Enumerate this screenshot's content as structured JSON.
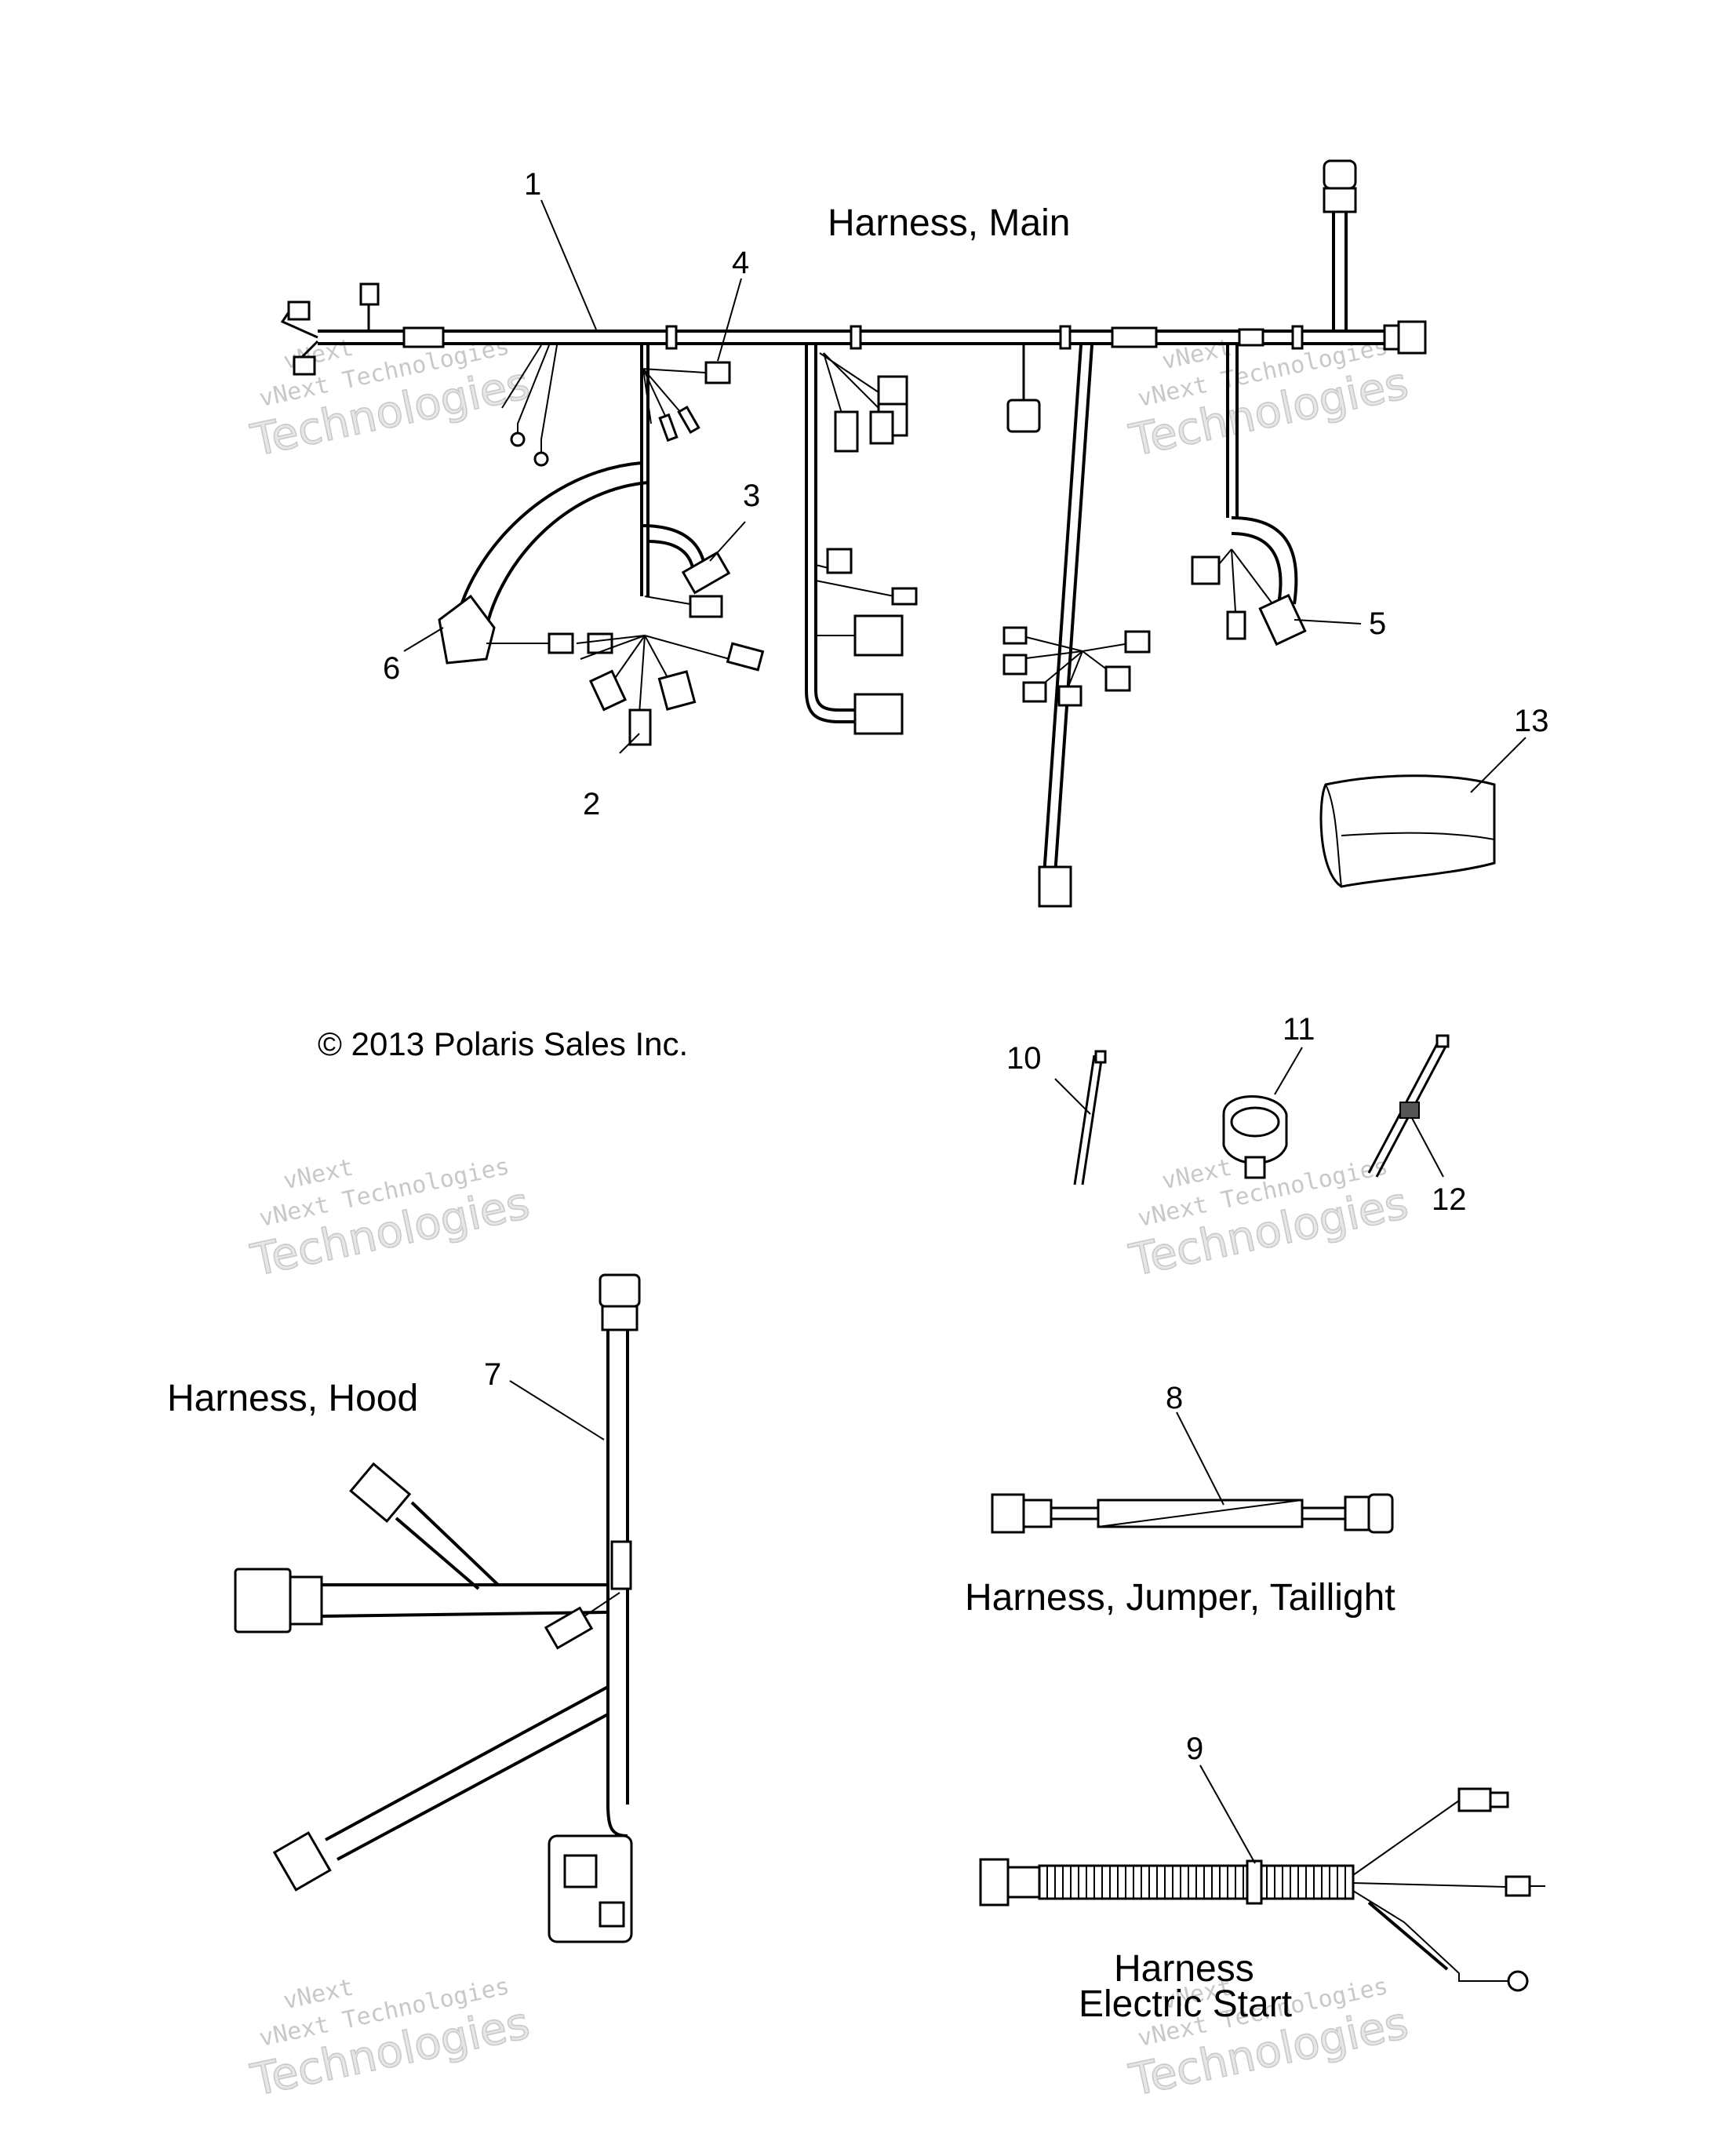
{
  "labels": {
    "main": "Harness, Main",
    "hood": "Harness, Hood",
    "jumper": "Harness, Jumper, Taillight",
    "electric_line1": "Harness",
    "electric_line2": "Electric Start"
  },
  "copyright": "© 2013 Polaris Sales Inc.",
  "callouts": [
    "1",
    "2",
    "3",
    "4",
    "5",
    "6",
    "7",
    "8",
    "9",
    "10",
    "11",
    "12",
    "13"
  ],
  "watermark": {
    "line1": "vNext Technologies",
    "line2": "Technologies",
    "small": "vNext"
  },
  "colors": {
    "line": "#000000",
    "watermark": "#c8c8c8"
  }
}
